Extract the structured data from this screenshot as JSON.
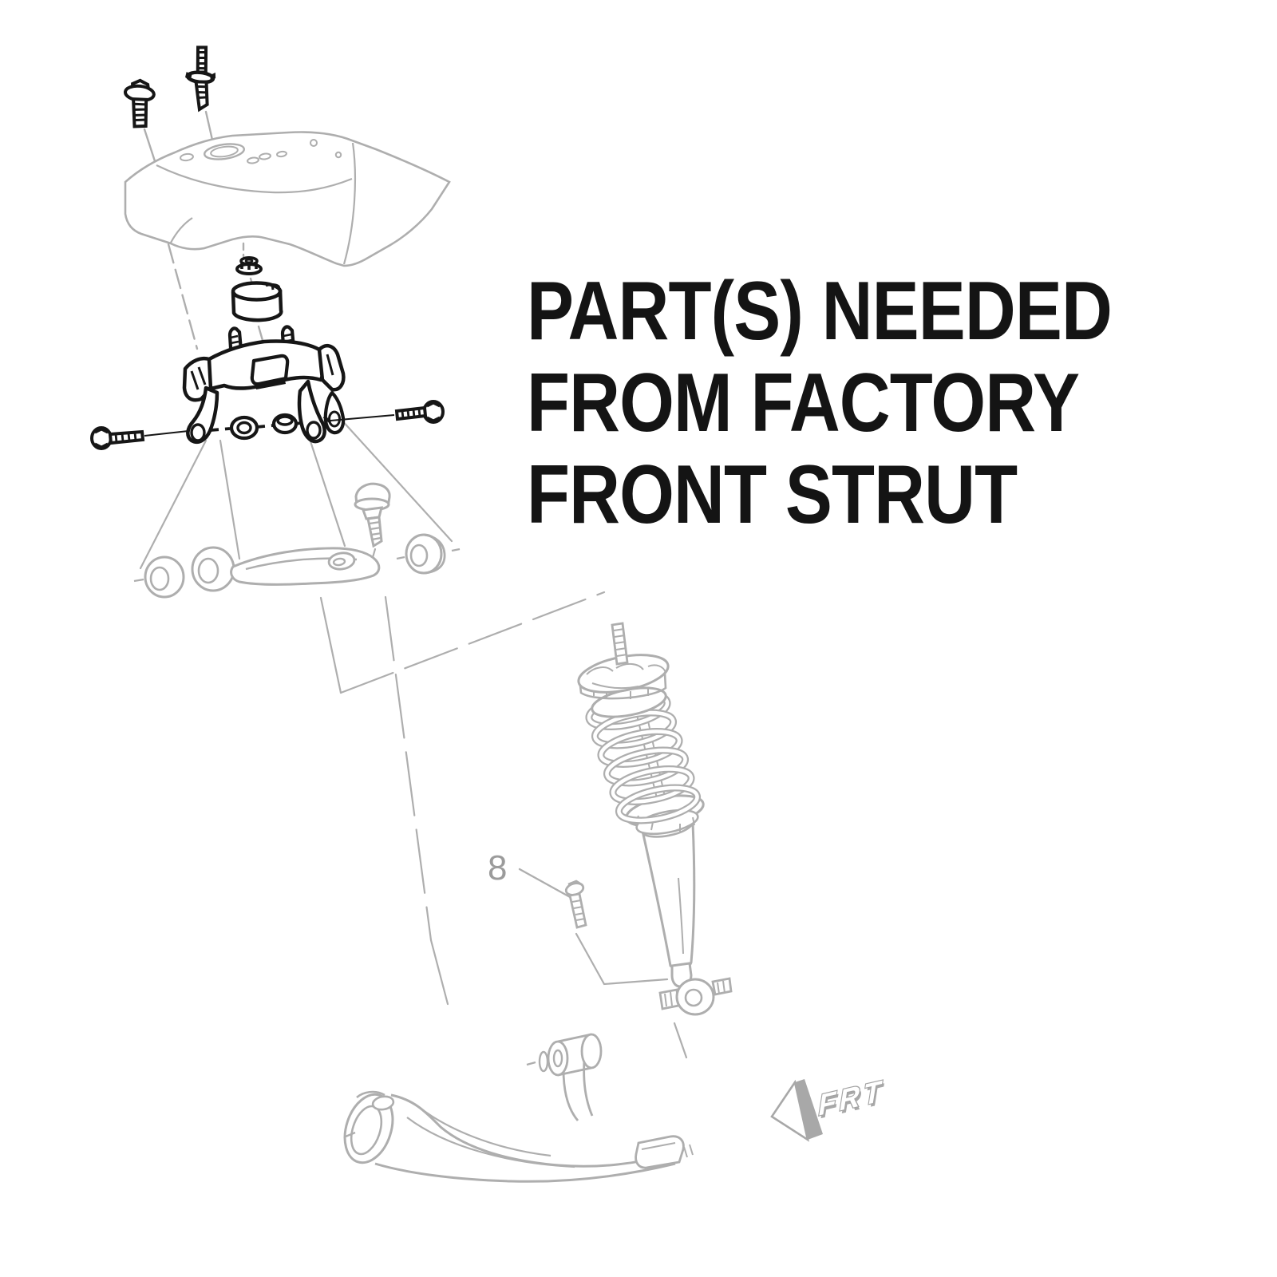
{
  "headline": {
    "line1": "PART(S) NEEDED",
    "line2": "FROM FACTORY",
    "line3": "FRONT STRUT"
  },
  "callouts": {
    "part_number": "8",
    "direction_label": "FRT"
  },
  "colors": {
    "background": "#ffffff",
    "ink": "#161616",
    "diagram_gray": "#aeaeae",
    "label_gray": "#9b9b9b"
  }
}
